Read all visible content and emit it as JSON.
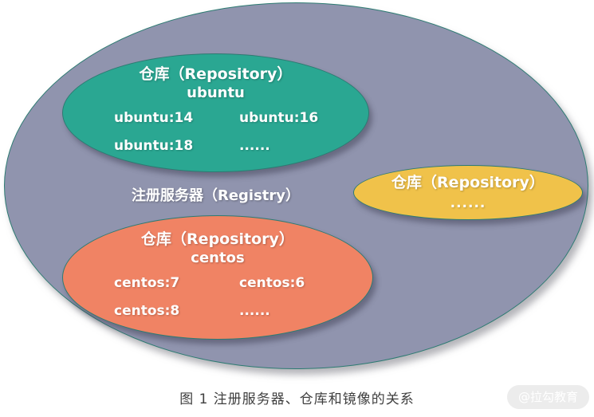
{
  "registry": {
    "label": "注册服务器（Registry）"
  },
  "ubuntu_repo": {
    "title": "仓库（Repository）",
    "name": "ubuntu",
    "tags": [
      "ubuntu:14",
      "ubuntu:16",
      "ubuntu:18",
      "......"
    ]
  },
  "centos_repo": {
    "title": "仓库（Repository）",
    "name": "centos",
    "tags": [
      "centos:7",
      "centos:6",
      "centos:8",
      "......"
    ]
  },
  "other_repo": {
    "title": "仓库（Repository）",
    "more": "......"
  },
  "caption": "图 1 注册服务器、仓库和镜像的关系",
  "watermark": {
    "text": "@拉勾教育"
  },
  "colors": {
    "outer_fill": "#9094ae",
    "ubuntu_fill": "#2aa792",
    "centos_fill": "#f08364",
    "other_fill": "#f0c24a",
    "ellipse_edge": "#2d7b72",
    "caption_text": "#3f3f3f",
    "watermark_bg": "#ececec",
    "label_text": "#ffffff"
  }
}
